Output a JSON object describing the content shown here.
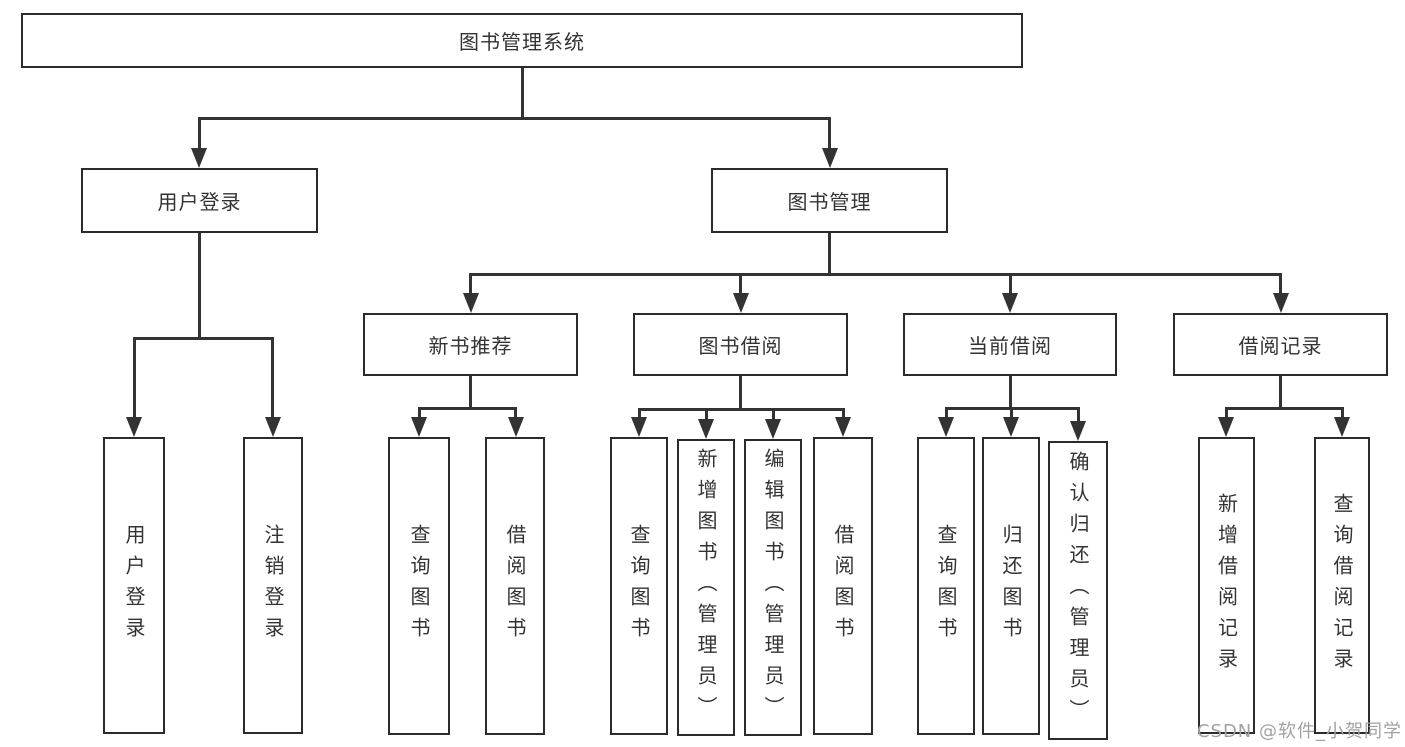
{
  "diagram": {
    "root": {
      "label": "图书管理系统"
    },
    "level2": [
      {
        "label": "用户登录"
      },
      {
        "label": "图书管理"
      }
    ],
    "level3": [
      {
        "label": "新书推荐",
        "parent": "图书管理"
      },
      {
        "label": "图书借阅",
        "parent": "图书管理"
      },
      {
        "label": "当前借阅",
        "parent": "图书管理"
      },
      {
        "label": "借阅记录",
        "parent": "图书管理"
      }
    ],
    "leaves": [
      {
        "label": "用户登录",
        "parent": "用户登录"
      },
      {
        "label": "注销登录",
        "parent": "用户登录"
      },
      {
        "label": "查询图书",
        "parent": "新书推荐"
      },
      {
        "label": "借阅图书",
        "parent": "新书推荐"
      },
      {
        "label": "查询图书",
        "parent": "图书借阅"
      },
      {
        "label": "新增图书（管理员）",
        "parent": "图书借阅"
      },
      {
        "label": "编辑图书（管理员）",
        "parent": "图书借阅"
      },
      {
        "label": "借阅图书",
        "parent": "图书借阅"
      },
      {
        "label": "查询图书",
        "parent": "当前借阅"
      },
      {
        "label": "归还图书",
        "parent": "当前借阅"
      },
      {
        "label": "确认归还（管理员）",
        "parent": "当前借阅"
      },
      {
        "label": "新增借阅记录",
        "parent": "借阅记录"
      },
      {
        "label": "查询借阅记录",
        "parent": "借阅记录"
      }
    ],
    "watermark": "CSDN @软件_小贺同学",
    "colors": {
      "line": "#333333",
      "border": "#2b2b2b",
      "text": "#333333",
      "watermark": "#a2a2a2",
      "background": "#ffffff"
    }
  }
}
